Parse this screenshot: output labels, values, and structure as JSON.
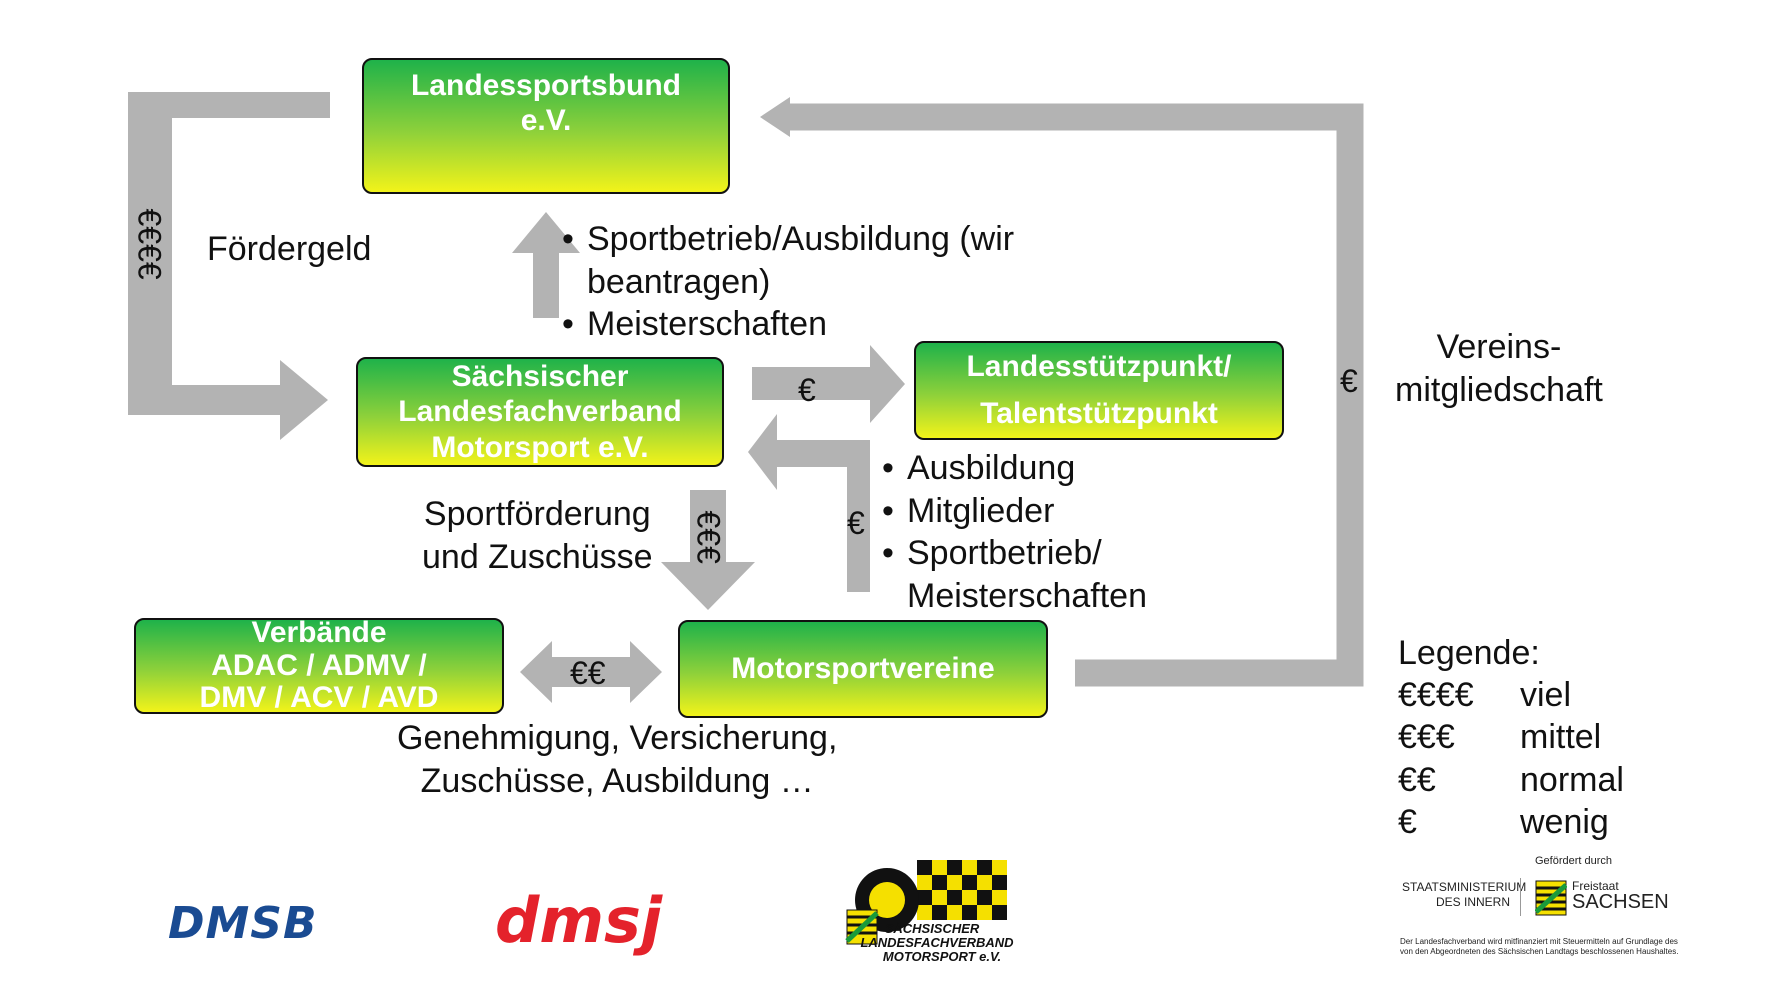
{
  "boxes": {
    "lsb": [
      "Landessportsbund",
      "e.V."
    ],
    "slfm": [
      "Sächsischer",
      "Landesfachverband",
      "Motorsport e.V."
    ],
    "lsp": [
      "Landesstützpunkt/",
      "Talentstützpunkt"
    ],
    "verbaende": [
      "Verbände",
      "ADAC / ADMV /",
      "DMV / ACV / AVD"
    ],
    "mv": [
      "Motorsportvereine"
    ]
  },
  "labels": {
    "foerdergeld": "Fördergeld",
    "euro4": "€€€€",
    "euro3": "€€€",
    "euro2": "€€",
    "euro1": "€",
    "sportfoerderung": [
      "Sportförderung",
      "und Zuschüsse"
    ],
    "genehmigung": [
      "Genehmigung, Versicherung,",
      "Zuschüsse, Ausbildung …"
    ],
    "vereins": [
      "Vereins-",
      "mitgliedschaft"
    ]
  },
  "bullets_top": [
    "Sportbetrieb/Ausbildung (wir",
    "beantragen)",
    "Meisterschaften"
  ],
  "bullets_right": [
    "Ausbildung",
    "Mitglieder",
    "Sportbetrieb/",
    "Meisterschaften"
  ],
  "legend": {
    "title": "Legende:",
    "rows": [
      {
        "sym": "€€€€",
        "label": "viel"
      },
      {
        "sym": "€€€",
        "label": "mittel"
      },
      {
        "sym": "€€",
        "label": "normal"
      },
      {
        "sym": "€",
        "label": "wenig"
      }
    ]
  },
  "logos": {
    "dmsb": "DMSB",
    "dmsj": "dmsj",
    "slfm_logo": [
      "SÄCHSISCHER",
      "LANDESFACHVERBAND",
      "MOTORSPORT e.V."
    ],
    "gefoerdert": "Gefördert durch",
    "staatsministerium": [
      "STAATSMINISTERIUM",
      "DES INNERN"
    ],
    "freistaat": "Freistaat",
    "sachsen": "SACHSEN",
    "footnote": [
      "Der Landesfachverband wird mitfinanziert mit Steuermitteln auf Grundlage des",
      "von den Abgeordneten des Sächsischen Landtags beschlossenen Haushaltes."
    ]
  },
  "colors": {
    "arrow": "#b3b3b3",
    "box_top": "#1fb24a",
    "box_bottom": "#f2f31a"
  }
}
